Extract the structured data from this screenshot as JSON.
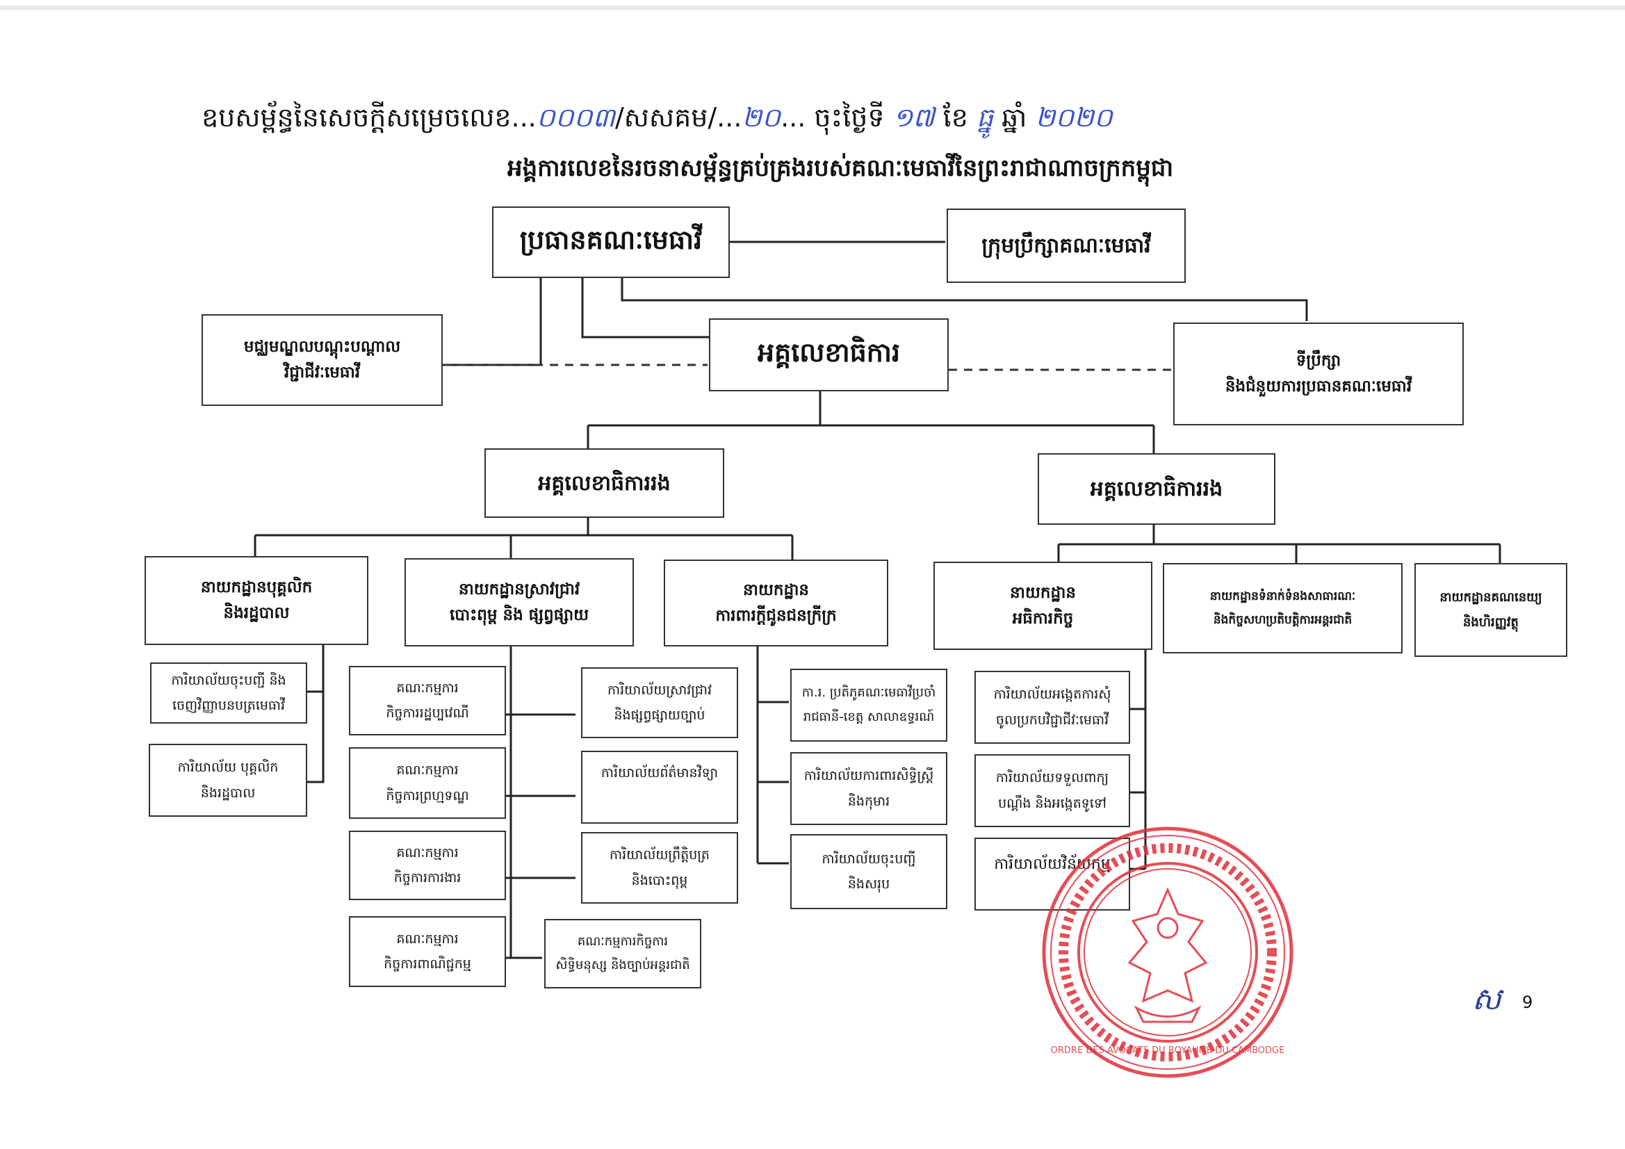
{
  "header": {
    "prefix": "ឧបសម្ព័ន្ធនៃសេចក្ដីសម្រេចលេខ",
    "decision_no": "០០០៣",
    "sep1": "/សសគម/",
    "hand_no": "២០",
    "date_label": "ចុះថ្ងៃទី",
    "day": "១៧",
    "month_label": "ខែ",
    "month": "ធ្នូ",
    "year_label": "ឆ្នាំ",
    "year": "២០២០"
  },
  "title": "អង្គការលេខនៃរចនាសម្ព័ន្ធគ្រប់គ្រងរបស់គណៈមេធាវីនៃព្រះរាជាណាចក្រកម្ពុជា",
  "nodes": {
    "president": "ប្រធានគណៈមេធាវី",
    "council": "ក្រុមប្រឹក្សាគណៈមេធាវី",
    "training_center_l1": "មជ្ឈមណ្ឌលបណ្ដុះបណ្ដាល",
    "training_center_l2": "វិជ្ជាជីវៈមេធាវី",
    "secretary_general": "អគ្គលេខាធិការ",
    "advisor_l1": "ទីប្រឹក្សា",
    "advisor_l2": "និងជំនួយការប្រធានគណៈមេធាវី",
    "deputy_sg_left": "អគ្គលេខាធិការរង",
    "deputy_sg_right": "អគ្គលេខាធិការរង",
    "dept_personnel_l1": "នាយកដ្ឋានបុគ្គលិក",
    "dept_personnel_l2": "និងរដ្ឋបាល",
    "dept_research_l1": "នាយកដ្ឋានស្រាវជ្រាវ",
    "dept_research_l2": "បោះពុម្ព និង ផ្សព្វផ្សាយ",
    "dept_legal_aid_l1": "នាយកដ្ឋាន",
    "dept_legal_aid_l2": "ការពារក្ដីជូនជនក្រីក្រ",
    "dept_affairs_l1": "នាយកដ្ឋាន",
    "dept_affairs_l2": "អធិការកិច្ច",
    "dept_public_l1": "នាយកដ្ឋានទំនាក់ទំនងសាធារណៈ",
    "dept_public_l2": "និងកិច្ចសហប្រតិបត្តិការអន្តរជាតិ",
    "dept_finance_l1": "នាយកដ្ឋានគណនេយ្យ",
    "dept_finance_l2": "និងហិរញ្ញវត្ថុ"
  },
  "offices": {
    "p1_l1": "ការិយាល័យចុះបញ្ជី និង",
    "p1_l2": "ចេញវិញ្ញាបនបត្រមេធាវី",
    "p2_l1": "ការិយាល័យ បុគ្គលិក",
    "p2_l2": "និងរដ្ឋបាល",
    "c1_l1": "គណៈកម្មការ",
    "c1_l2": "កិច្ចការរដ្ឋប្បវេណី",
    "c2_l1": "គណៈកម្មការ",
    "c2_l2": "កិច្ចការព្រហ្មទណ្ឌ",
    "c3_l1": "គណៈកម្មការ",
    "c3_l2": "កិច្ចការការងារ",
    "c4_l1": "គណៈកម្មការ",
    "c4_l2": "កិច្ចការពាណិជ្ជកម្ម",
    "r1_l1": "ការិយាល័យស្រាវជ្រាវ",
    "r1_l2": "និងផ្សព្វផ្សាយច្បាប់",
    "r2_l1": "ការិយាល័យព័ត៌មានវិទ្យា",
    "r3_l1": "ការិយាល័យព្រឹត្តិបត្រ",
    "r3_l2": "និងបោះពុម្ព",
    "r4_l1": "គណៈកម្មការកិច្ចការ",
    "r4_l2": "សិទ្ធិមនុស្ស និងច្បាប់អន្តរជាតិ",
    "l1_l1": "កា.រ. ប្រតិភូគណៈមេធាវីប្រចាំ",
    "l1_l2": "រាជធានី-ខេត្ត សាលាឧទ្ធរណ៍",
    "l2_l1": "ការិយាល័យការពារសិទ្ធិស្ត្រី",
    "l2_l2": "និងកុមារ",
    "l3_l1": "ការិយាល័យចុះបញ្ជី",
    "l3_l2": "និងសរុប",
    "a1_l1": "ការិយាល័យអង្កេតការសុំ",
    "a1_l2": "ចូលប្រកបវិជ្ជាជីវៈមេធាវី",
    "a2_l1": "ការិយាល័យទទួលពាក្យ",
    "a2_l2": "បណ្ដឹង និងអង្កេតទូទៅ",
    "a3_l1": "ការិយាល័យវិន័យកម្ម"
  },
  "seal": {
    "text": "ORDRE DES AVOCATS DU ROYAUME DU CAMBODGE",
    "color": "#e0303a"
  },
  "page_number": "9",
  "initials": "ស"
}
